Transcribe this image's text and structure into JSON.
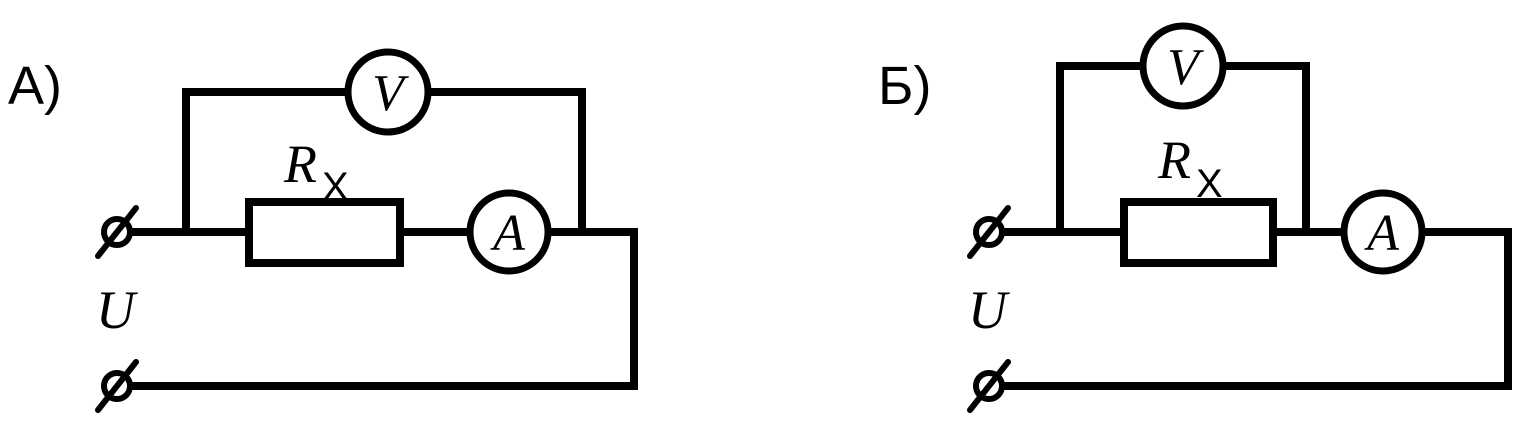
{
  "circuits": [
    {
      "id": "a",
      "caption": "A)",
      "resistor_label": "R",
      "resistor_subscript": "X",
      "voltmeter_label": "V",
      "ammeter_label": "A",
      "source_label": "U"
    },
    {
      "id": "b",
      "caption": "Б)",
      "resistor_label": "R",
      "resistor_subscript": "X",
      "voltmeter_label": "V",
      "ammeter_label": "A",
      "source_label": "U"
    }
  ]
}
